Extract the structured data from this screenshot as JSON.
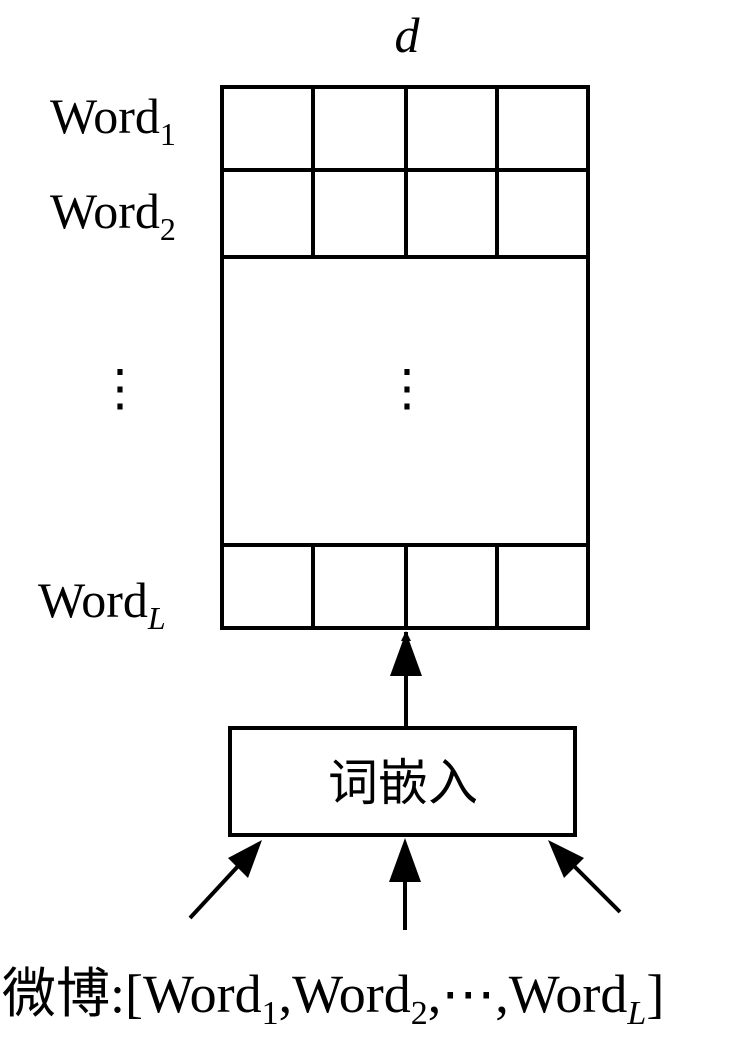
{
  "dimension_label": "d",
  "rows": [
    {
      "base": "Word",
      "sub": "1",
      "sub_italic": false
    },
    {
      "base": "Word",
      "sub": "2",
      "sub_italic": false
    },
    {
      "base": "Word",
      "sub": "L",
      "sub_italic": true
    }
  ],
  "ellipsis": "⋮",
  "embedding_box_label": "词嵌入",
  "input": {
    "prefix": "微博:[",
    "w1": "Word",
    "s1": "1",
    "sep1": ",",
    "w2": "Word",
    "s2": "2",
    "sep2": ",⋯,",
    "w3": "Word",
    "s3": "L",
    "suffix": "]"
  }
}
